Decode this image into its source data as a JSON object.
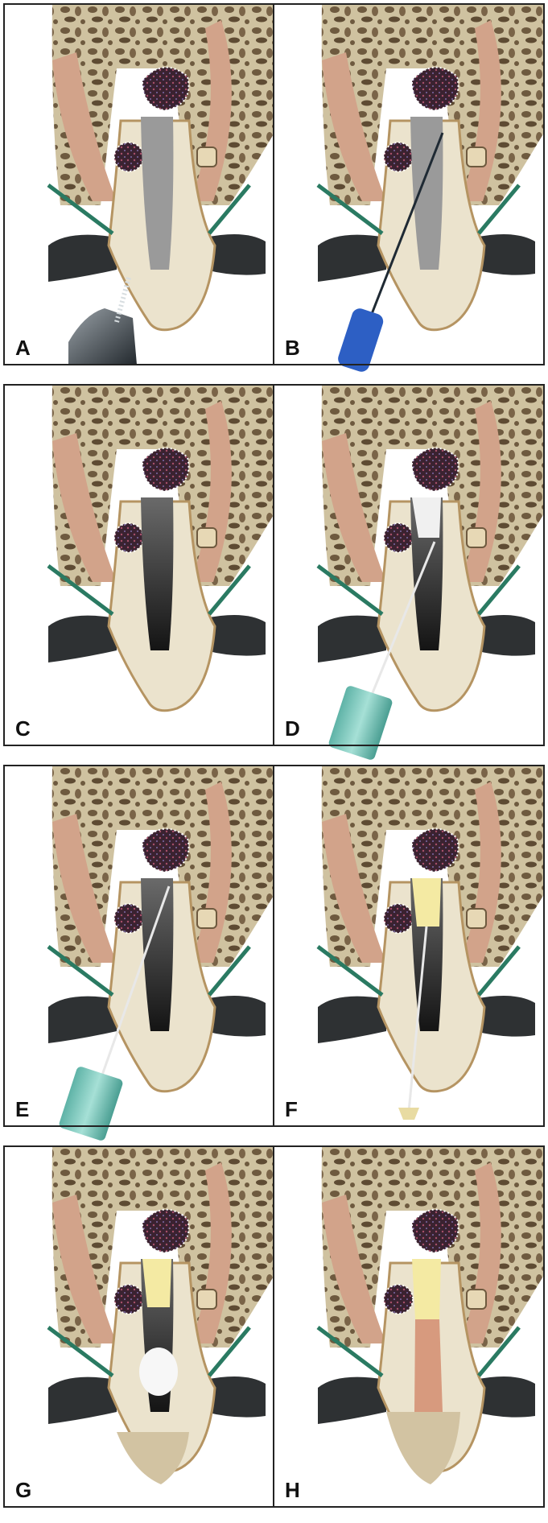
{
  "figure": {
    "panels": [
      {
        "label": "A",
        "stage": "ultrasonic-irrigation"
      },
      {
        "label": "B",
        "stage": "hand-file"
      },
      {
        "label": "C",
        "stage": "medicated-canal"
      },
      {
        "label": "D",
        "stage": "syringe-barrier"
      },
      {
        "label": "E",
        "stage": "syringe-rinse"
      },
      {
        "label": "F",
        "stage": "spreader-barrier"
      },
      {
        "label": "G",
        "stage": "cotton-pellet"
      },
      {
        "label": "H",
        "stage": "final-restoration"
      }
    ],
    "panel_corner_text_A": "A",
    "colors": {
      "bone": "#cfc2a0",
      "bone_pore": "#6e5a3f",
      "gum": "#d2a38a",
      "tooth": "#ebe3cd",
      "tooth_outline": "#b59462",
      "canal_gray": "#9a9a9a",
      "canal_black": "#161616",
      "lesion": "#3a2230",
      "clamp_green": "#2a7a62",
      "dam": "#2e3133",
      "barrier_yellow": "#f4eaa3",
      "restoration_pink": "#d79a7e",
      "restoration_tan": "#d2c3a2",
      "file_blue": "#2d5fc4",
      "syringe_teal": "#7dc7bb"
    }
  }
}
